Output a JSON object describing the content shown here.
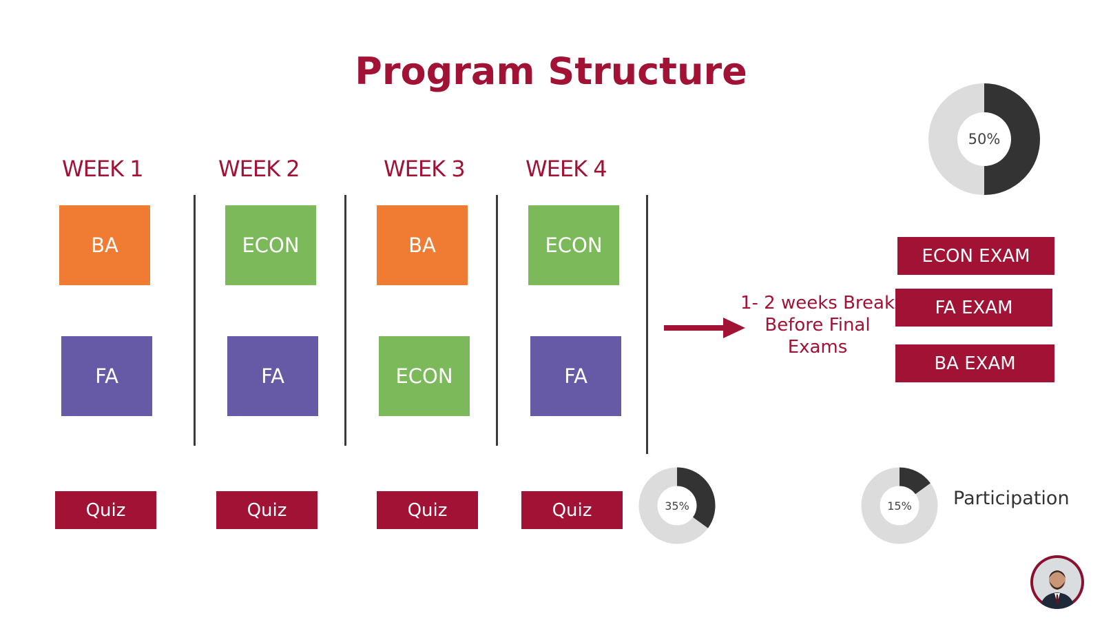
{
  "title": "Program Structure",
  "weeks": [
    {
      "label": "WEEK 1",
      "top": {
        "name": "BA",
        "color": "#f07c34"
      },
      "bottom": {
        "name": "FA",
        "color": "#6659a6"
      },
      "quiz": "Quiz"
    },
    {
      "label": "WEEK 2",
      "top": {
        "name": "ECON",
        "color": "#7cb95a"
      },
      "bottom": {
        "name": "FA",
        "color": "#6659a6"
      },
      "quiz": "Quiz"
    },
    {
      "label": "WEEK 3",
      "top": {
        "name": "BA",
        "color": "#f07c34"
      },
      "bottom": {
        "name": "ECON",
        "color": "#7cb95a"
      },
      "quiz": "Quiz"
    },
    {
      "label": "WEEK 4",
      "top": {
        "name": "ECON",
        "color": "#7cb95a"
      },
      "bottom": {
        "name": "FA",
        "color": "#6659a6"
      },
      "quiz": "Quiz"
    }
  ],
  "break_text": {
    "line1": "1- 2  weeks Break",
    "line2": "Before Final",
    "line3": "Exams"
  },
  "exams": [
    "ECON EXAM",
    "FA EXAM",
    "BA EXAM"
  ],
  "donuts": {
    "final_exams": {
      "label": "50%",
      "fraction": 0.5
    },
    "quizzes": {
      "label": "35%",
      "fraction": 0.35
    },
    "participation": {
      "label": "15%",
      "fraction": 0.15
    }
  },
  "participation_label": "Participation",
  "colors": {
    "accent": "#a11235",
    "donut_fill": "#333333",
    "donut_track": "#dcdcdc"
  },
  "presenter": {
    "icon": "presenter-avatar-icon"
  }
}
